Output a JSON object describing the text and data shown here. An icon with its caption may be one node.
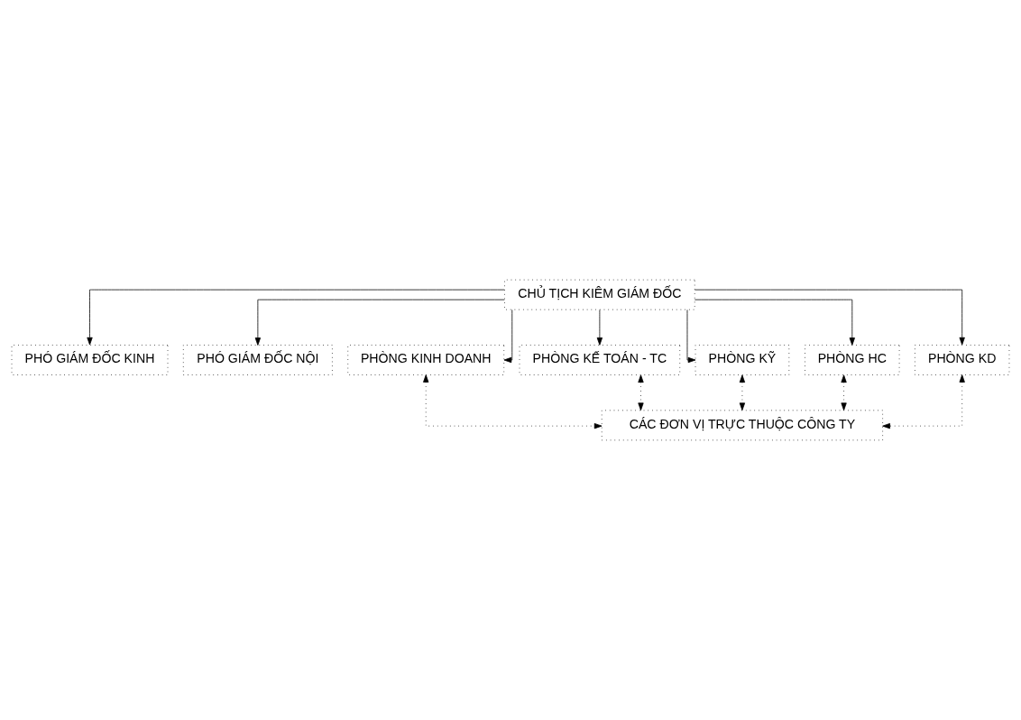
{
  "diagram": {
    "nodes": [
      {
        "text": [
          "CHỦ TỊCH KIÊM GIÁM ĐỐC"
        ]
      },
      {
        "text": [
          "PHÓ GIÁM ĐỐC KINH"
        ]
      },
      {
        "text": [
          "PHÓ GIÁM ĐỐC NỘI"
        ]
      },
      {
        "text": [
          "PHÒNG KINH DOANH"
        ]
      },
      {
        "text": [
          "PHÒNG KẾ TOÁN - TC"
        ]
      },
      {
        "text": [
          "PHÒNG KỸ"
        ]
      },
      {
        "text": [
          "PHÒNG HC"
        ]
      },
      {
        "text": [
          "PHÒNG KD"
        ]
      },
      {
        "text": [
          "CÁC ĐƠN VỊ TRỰC THUỘC CÔNG TY"
        ]
      }
    ],
    "edges": [
      {
        "from": 0,
        "to": 1,
        "arrow": "to"
      },
      {
        "from": 0,
        "to": 2,
        "arrow": "to"
      },
      {
        "from": 0,
        "to": 3,
        "arrow": "to"
      },
      {
        "from": 0,
        "to": 4,
        "arrow": "to"
      },
      {
        "from": 0,
        "to": 5,
        "arrow": "to"
      },
      {
        "from": 0,
        "to": 6,
        "arrow": "to"
      },
      {
        "from": 0,
        "to": 7,
        "arrow": "to"
      },
      {
        "from": 8,
        "to": 3,
        "arrow": "both",
        "style": "dashed"
      },
      {
        "from": 8,
        "to": 4,
        "arrow": "both",
        "style": "dashed"
      },
      {
        "from": 8,
        "to": 5,
        "arrow": "both",
        "style": "dashed"
      },
      {
        "from": 8,
        "to": 6,
        "arrow": "both",
        "style": "dashed"
      },
      {
        "from": 8,
        "to": 7,
        "arrow": "both",
        "style": "dashed"
      }
    ]
  }
}
